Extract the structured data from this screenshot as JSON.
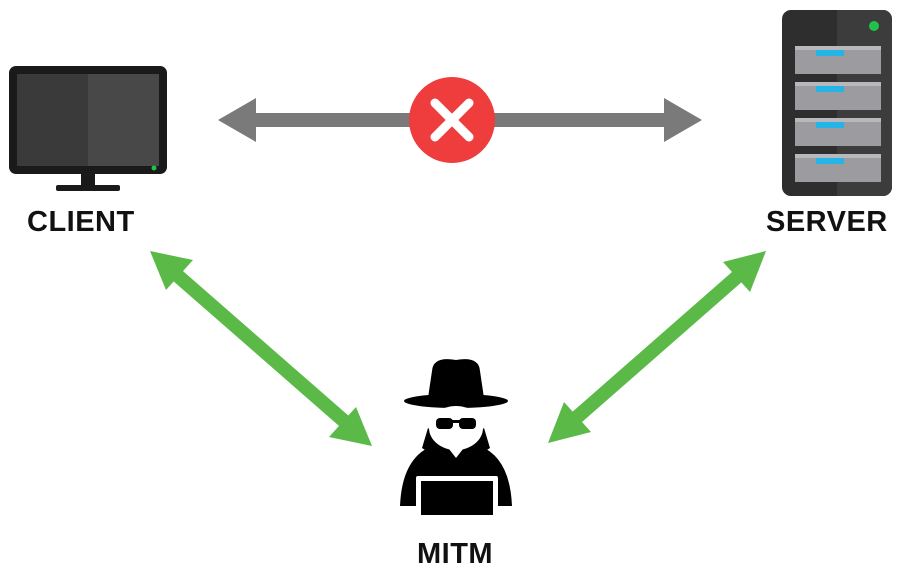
{
  "nodes": {
    "client": {
      "label": "CLIENT"
    },
    "server": {
      "label": "SERVER"
    },
    "mitm": {
      "label": "MITM"
    }
  },
  "connections": {
    "client_server": {
      "status": "blocked",
      "color": "#7a7a7a"
    },
    "client_mitm": {
      "status": "active",
      "color": "#5bb947"
    },
    "server_mitm": {
      "status": "active",
      "color": "#5bb947"
    }
  },
  "colors": {
    "blocked_badge": "#ef3d3d",
    "monitor_body": "#1a1a1a",
    "monitor_screen": "#404040",
    "server_body": "#2e2e2e",
    "server_drive": "#9b9ba0",
    "server_led": "#24b4e6",
    "power_led": "#22c24a",
    "hacker": "#000000"
  },
  "icons": {
    "client": "monitor-icon",
    "server": "server-icon",
    "mitm": "hacker-icon",
    "blocked": "close-icon"
  }
}
